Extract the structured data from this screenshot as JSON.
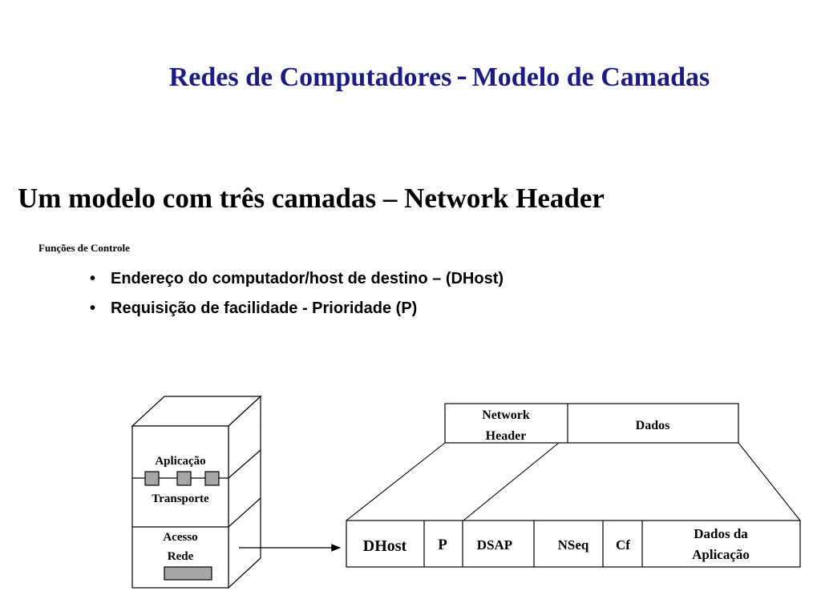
{
  "title": {
    "left": "Redes de Computadores",
    "dash": "-",
    "right": "Modelo de Camadas"
  },
  "subtitle": "Um modelo com três camadas – Network Header",
  "control_functions_label": "Funções de Controle",
  "bullets": [
    "Endereço do computador/host de destino – (DHost)",
    "Requisição de facilidade -  Prioridade (P)"
  ],
  "stack": {
    "layer_app": "Aplicação",
    "layer_transport": "Transporte",
    "layer_access_line1": "Acesso",
    "layer_access_line2": "Rede"
  },
  "packet": {
    "header_line1": "Network",
    "header_line2": "Header",
    "data": "Dados"
  },
  "header_fields": {
    "dhost": "DHost",
    "p": "P",
    "dsap": "DSAP",
    "nseq": "NSeq",
    "cf": "Cf",
    "app_data_line1": "Dados da",
    "app_data_line2": "Aplicação"
  }
}
